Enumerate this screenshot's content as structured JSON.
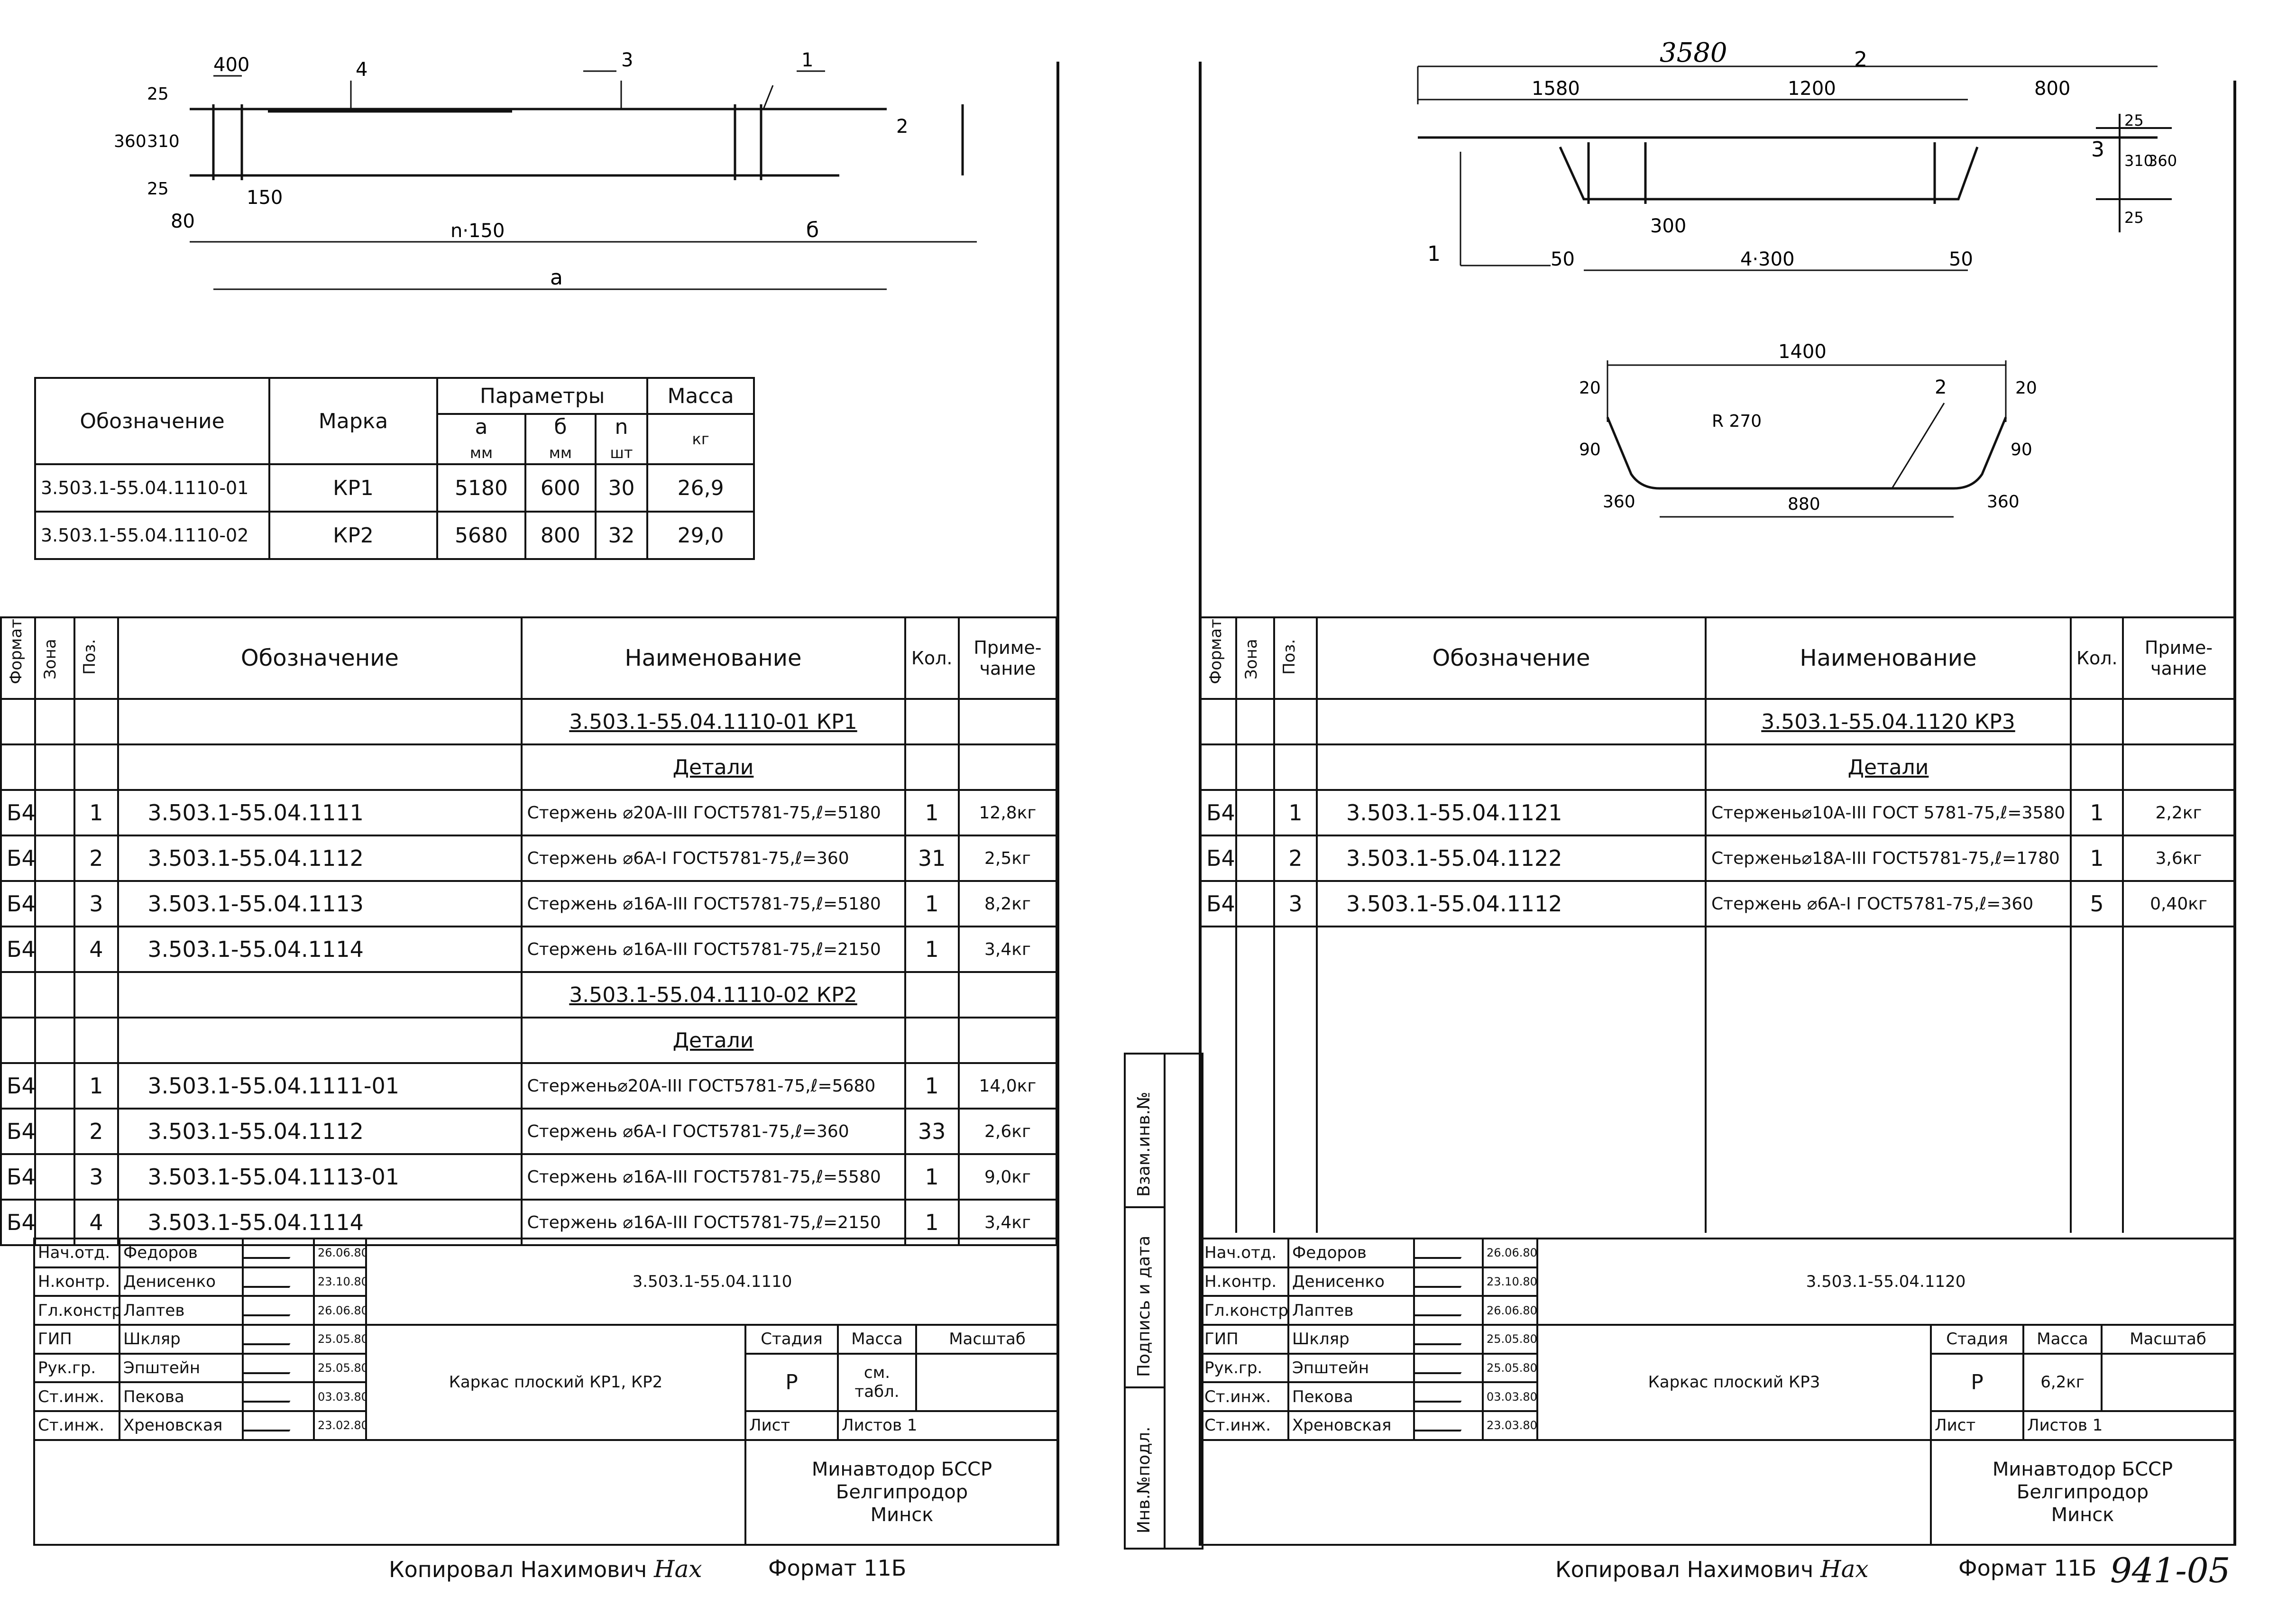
{
  "left": {
    "drawing": {
      "dims": [
        "400",
        "4",
        "3",
        "1",
        "25",
        "360",
        "310",
        "2",
        "25",
        "150",
        "80",
        "n·150",
        "б",
        "а"
      ]
    },
    "params": {
      "headers": {
        "designation": "Обозначение",
        "mark": "Марка",
        "parameters": "Параметры",
        "mass": "Масса"
      },
      "subheaders": [
        {
          "name": "а",
          "unit": "мм"
        },
        {
          "name": "б",
          "unit": "мм"
        },
        {
          "name": "n",
          "unit": "шт"
        },
        {
          "name": "",
          "unit": "кг"
        }
      ],
      "rows": [
        {
          "designation": "3.503.1-55.04.1110-01",
          "mark": "КР1",
          "a": "5180",
          "b": "600",
          "n": "30",
          "mass": "26,9"
        },
        {
          "designation": "3.503.1-55.04.1110-02",
          "mark": "КР2",
          "a": "5680",
          "b": "800",
          "n": "32",
          "mass": "29,0"
        }
      ]
    },
    "spec": {
      "headers": {
        "format": "Формат",
        "zone": "Зона",
        "pos": "Поз.",
        "designation": "Обозначение",
        "name": "Наименование",
        "qty": "Кол.",
        "note": "Приме-чание"
      },
      "rows": [
        {
          "format": "",
          "zone": "",
          "pos": "",
          "designation": "",
          "name": "3.503.1-55.04.1110-01 КР1",
          "qty": "",
          "note": "",
          "type": "heading"
        },
        {
          "format": "",
          "zone": "",
          "pos": "",
          "designation": "",
          "name": "Детали",
          "qty": "",
          "note": "",
          "type": "heading"
        },
        {
          "format": "Б4",
          "zone": "",
          "pos": "1",
          "designation": "3.503.1-55.04.1111",
          "name": "Стержень ⌀20А-III ГОСТ5781-75,ℓ=5180",
          "qty": "1",
          "note": "12,8кг",
          "type": "item"
        },
        {
          "format": "Б4",
          "zone": "",
          "pos": "2",
          "designation": "3.503.1-55.04.1112",
          "name": "Стержень ⌀6А-I ГОСТ5781-75,ℓ=360",
          "qty": "31",
          "note": "2,5кг",
          "type": "item"
        },
        {
          "format": "Б4",
          "zone": "",
          "pos": "3",
          "designation": "3.503.1-55.04.1113",
          "name": "Стержень ⌀16А-III ГОСТ5781-75,ℓ=5180",
          "qty": "1",
          "note": "8,2кг",
          "type": "item"
        },
        {
          "format": "Б4",
          "zone": "",
          "pos": "4",
          "designation": "3.503.1-55.04.1114",
          "name": "Стержень ⌀16А-III ГОСТ5781-75,ℓ=2150",
          "qty": "1",
          "note": "3,4кг",
          "type": "item"
        },
        {
          "format": "",
          "zone": "",
          "pos": "",
          "designation": "",
          "name": "3.503.1-55.04.1110-02 КР2",
          "qty": "",
          "note": "",
          "type": "heading"
        },
        {
          "format": "",
          "zone": "",
          "pos": "",
          "designation": "",
          "name": "Детали",
          "qty": "",
          "note": "",
          "type": "heading"
        },
        {
          "format": "Б4",
          "zone": "",
          "pos": "1",
          "designation": "3.503.1-55.04.1111-01",
          "name": "Стержень⌀20А-III ГОСТ5781-75,ℓ=5680",
          "qty": "1",
          "note": "14,0кг",
          "type": "item"
        },
        {
          "format": "Б4",
          "zone": "",
          "pos": "2",
          "designation": "3.503.1-55.04.1112",
          "name": "Стержень ⌀6А-I ГОСТ5781-75,ℓ=360",
          "qty": "33",
          "note": "2,6кг",
          "type": "item"
        },
        {
          "format": "Б4",
          "zone": "",
          "pos": "3",
          "designation": "3.503.1-55.04.1113-01",
          "name": "Стержень ⌀16А-III ГОСТ5781-75,ℓ=5580",
          "qty": "1",
          "note": "9,0кг",
          "type": "item"
        },
        {
          "format": "Б4",
          "zone": "",
          "pos": "4",
          "designation": "3.503.1-55.04.1114",
          "name": "Стержень ⌀16А-III ГОСТ5781-75,ℓ=2150",
          "qty": "1",
          "note": "3,4кг",
          "type": "item"
        }
      ]
    },
    "titleblock": {
      "code": "3.503.1-55.04.1110",
      "title": "Каркас плоский КР1, КР2",
      "people": [
        {
          "role": "Нач.отд.",
          "name": "Федоров",
          "date": "26.06.80"
        },
        {
          "role": "Н.контр.",
          "name": "Денисенко",
          "date": "23.10.80"
        },
        {
          "role": "Гл.констр.",
          "name": "Лаптев",
          "date": "26.06.80"
        },
        {
          "role": "ГИП",
          "name": "Шкляр",
          "date": "25.05.80"
        },
        {
          "role": "Рук.гр.",
          "name": "Эпштейн",
          "date": "25.05.80"
        },
        {
          "role": "Ст.инж.",
          "name": "Пекова",
          "date": "03.03.80"
        },
        {
          "role": "Ст.инж.",
          "name": "Хреновская",
          "date": "23.02.80"
        }
      ],
      "stage_label": "Стадия",
      "mass_label": "Масса",
      "scale_label": "Масштаб",
      "stage": "Р",
      "mass": "см. табл.",
      "scale": "",
      "sheet_label": "Лист",
      "sheets_label": "Листов 1",
      "org": "Минавтодор БССР",
      "org2": "Белгипродор",
      "city": "Минск"
    },
    "footer": {
      "copied": "Копировал Нахимович",
      "format": "Формат 11Б"
    }
  },
  "right": {
    "drawing": {
      "dims": [
        "3580",
        "2",
        "1580",
        "1200",
        "800",
        "3",
        "1",
        "50",
        "300",
        "4·300",
        "50",
        "25",
        "310",
        "360",
        "25"
      ],
      "bent_dims": [
        "1400",
        "2",
        "20",
        "20",
        "R 270",
        "90",
        "90",
        "360",
        "880",
        "360"
      ]
    },
    "spec": {
      "rows": [
        {
          "format": "",
          "zone": "",
          "pos": "",
          "designation": "",
          "name": "3.503.1-55.04.1120 КР3",
          "qty": "",
          "note": "",
          "type": "heading"
        },
        {
          "format": "",
          "zone": "",
          "pos": "",
          "designation": "",
          "name": "Детали",
          "qty": "",
          "note": "",
          "type": "heading"
        },
        {
          "format": "Б4",
          "zone": "",
          "pos": "1",
          "designation": "3.503.1-55.04.1121",
          "name": "Стержень⌀10А-III ГОСТ 5781-75,ℓ=3580",
          "qty": "1",
          "note": "2,2кг",
          "type": "item"
        },
        {
          "format": "Б4",
          "zone": "",
          "pos": "2",
          "designation": "3.503.1-55.04.1122",
          "name": "Стержень⌀18А-III ГОСТ5781-75,ℓ=1780",
          "qty": "1",
          "note": "3,6кг",
          "type": "item"
        },
        {
          "format": "Б4",
          "zone": "",
          "pos": "3",
          "designation": "3.503.1-55.04.1112",
          "name": "Стержень ⌀6А-I ГОСТ5781-75,ℓ=360",
          "qty": "5",
          "note": "0,40кг",
          "type": "item"
        }
      ]
    },
    "side_labels": [
      "Инв.№подл.",
      "Подпись и дата",
      "Взам.инв.№"
    ],
    "titleblock": {
      "code": "3.503.1-55.04.1120",
      "title": "Каркас плоский КР3",
      "people": [
        {
          "role": "Нач.отд.",
          "name": "Федоров",
          "date": "26.06.80"
        },
        {
          "role": "Н.контр.",
          "name": "Денисенко",
          "date": "23.10.80"
        },
        {
          "role": "Гл.констр.",
          "name": "Лаптев",
          "date": "26.06.80"
        },
        {
          "role": "ГИП",
          "name": "Шкляр",
          "date": "25.05.80"
        },
        {
          "role": "Рук.гр.",
          "name": "Эпштейн",
          "date": "25.05.80"
        },
        {
          "role": "Ст.инж.",
          "name": "Пекова",
          "date": "03.03.80"
        },
        {
          "role": "Ст.инж.",
          "name": "Хреновская",
          "date": "23.03.80"
        }
      ],
      "stage_label": "Стадия",
      "mass_label": "Масса",
      "scale_label": "Масштаб",
      "stage": "Р",
      "mass": "6,2кг",
      "scale": "",
      "sheet_label": "Лист",
      "sheets_label": "Листов 1",
      "org": "Минавтодор БССР",
      "org2": "Белгипродор",
      "city": "Минск"
    },
    "footer": {
      "copied": "Копировал Нахимович",
      "format": "Формат 11Б",
      "number": "941-05"
    }
  }
}
